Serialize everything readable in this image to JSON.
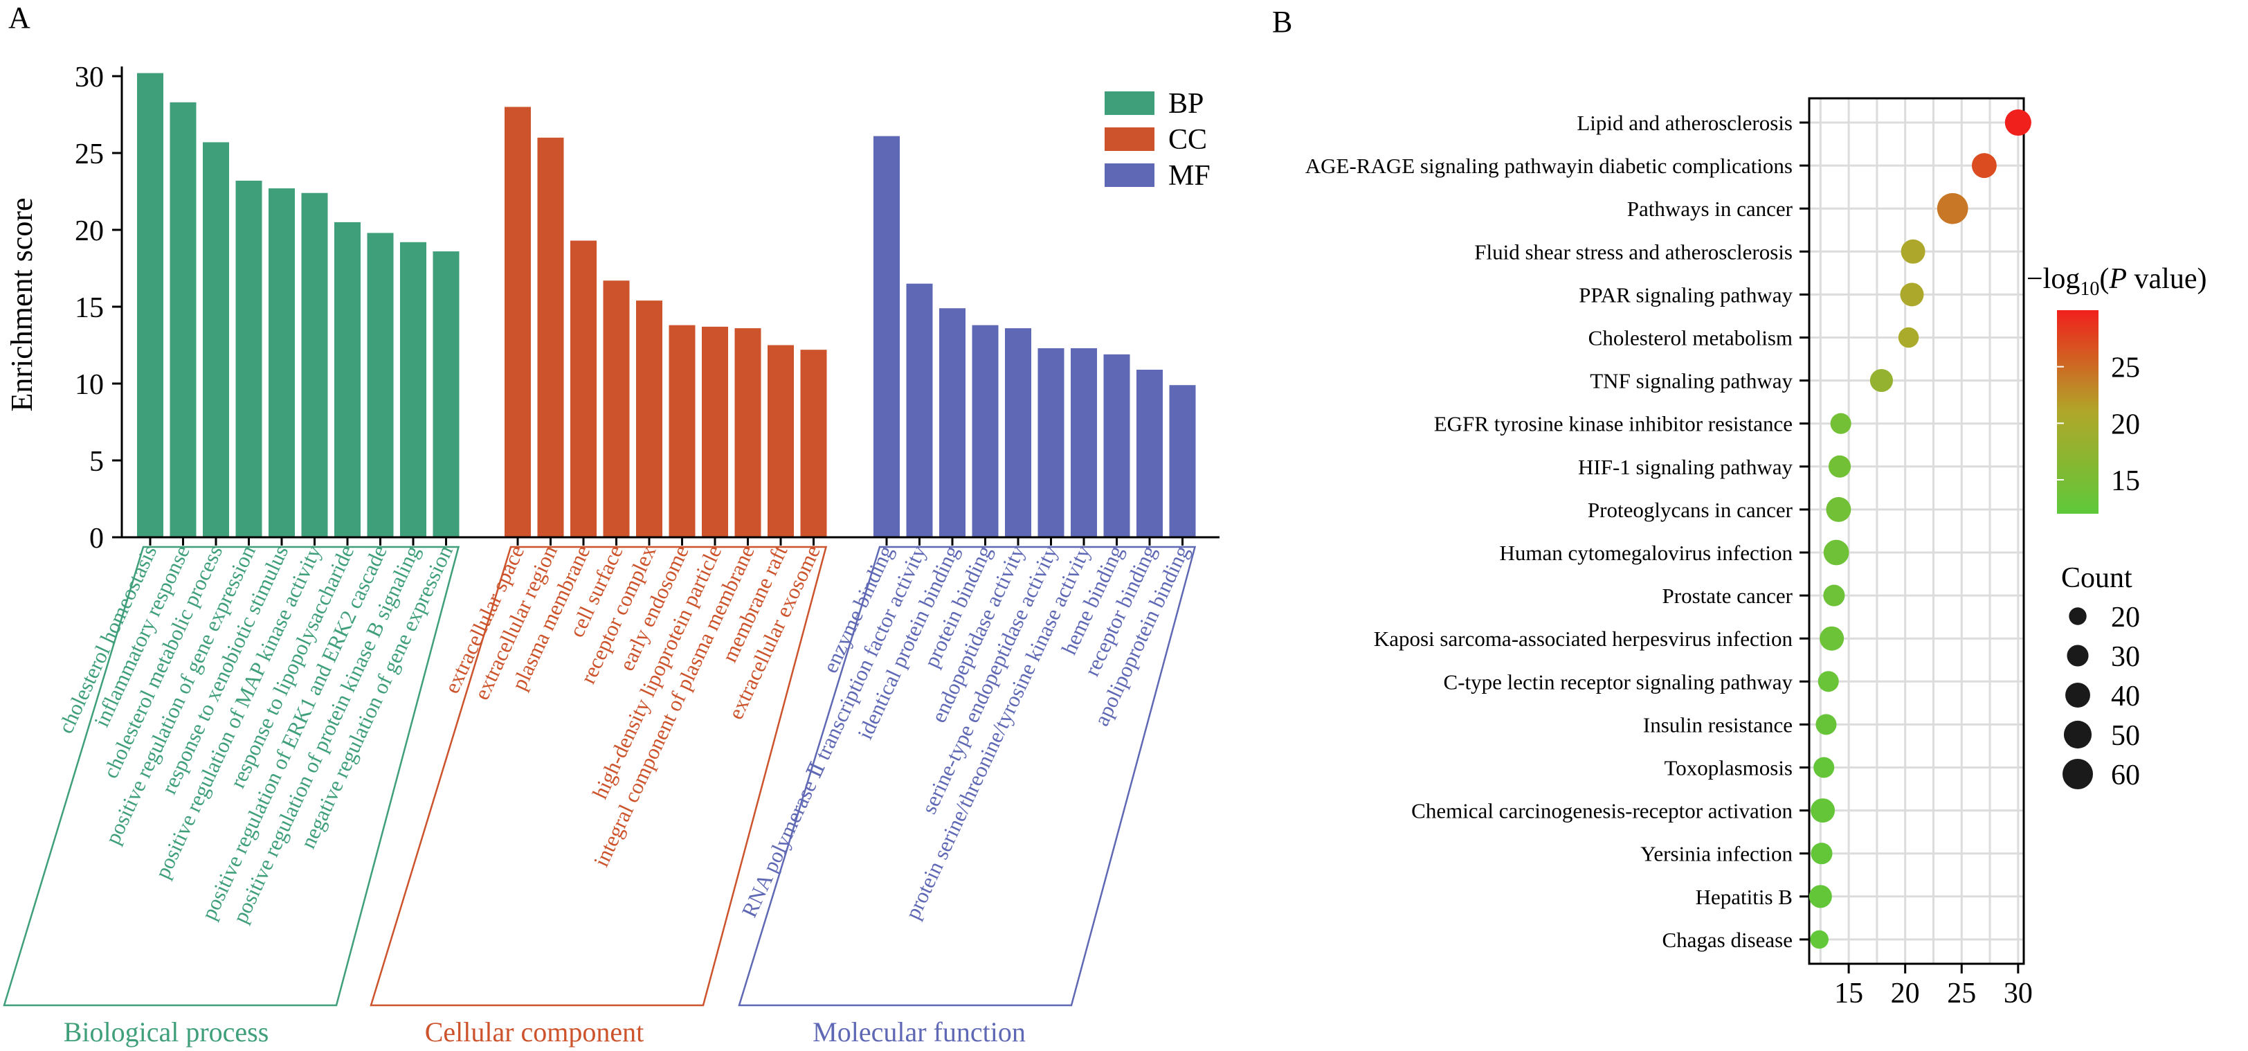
{
  "panels": {
    "a_label": "A",
    "b_label": "B"
  },
  "chart_data": [
    {
      "type": "bar",
      "title": "",
      "xlabel": "",
      "ylabel": "Enrichment score",
      "ylim": [
        0,
        30
      ],
      "yticks": [
        0,
        5,
        10,
        15,
        20,
        25,
        30
      ],
      "legend_position": "top-right",
      "groups": [
        {
          "key": "BP",
          "name": "Biological process",
          "color": "#3f9f7a",
          "categories": [
            "cholesterol homeostasis",
            "inflammatory response",
            "cholesterol metabolic process",
            "positive regulation of gene expression",
            "response to xenobiotic stimulus",
            "positive regulation of MAP kinase activity",
            "response to lipopolysaccharide",
            "positive regulation of ERK1 and ERK2 cascade",
            "positive regulation of protein kinase B signaling",
            "negative regulation of gene expression"
          ],
          "values": [
            30.2,
            28.3,
            25.7,
            23.2,
            22.7,
            22.4,
            20.5,
            19.8,
            19.2,
            18.6
          ]
        },
        {
          "key": "CC",
          "name": "Cellular component",
          "color": "#cc532b",
          "categories": [
            "extracellular space",
            "extracellular region",
            "plasma membrane",
            "cell surface",
            "receptor complex",
            "early endosome",
            "high-density lipoprotein particle",
            "integral component of plasma membrane",
            "membrane raft",
            "extracellular exosome"
          ],
          "values": [
            28.0,
            26.0,
            19.3,
            16.7,
            15.4,
            13.8,
            13.7,
            13.6,
            12.5,
            12.2
          ]
        },
        {
          "key": "MF",
          "name": "Molecular function",
          "color": "#5f68b4",
          "categories": [
            "enzyme binding",
            "RNA polymerase Ⅱ transcription factor activity",
            "identical protein binding",
            "protein binding",
            "endopeptidase activity",
            "serine-type endopeptidase activity",
            "protein serine/threonine/tyrosine kinase activity",
            "heme binding",
            "receptor binding",
            "apolipoprotein binding"
          ],
          "values": [
            26.1,
            16.5,
            14.9,
            13.8,
            13.6,
            12.3,
            12.3,
            11.9,
            10.9,
            9.9
          ]
        }
      ]
    },
    {
      "type": "scatter",
      "title": "",
      "xlabel": "",
      "ylabel": "",
      "xlim": [
        11.5,
        30.5
      ],
      "xticks": [
        15,
        20,
        25,
        30
      ],
      "grid": true,
      "categories": [
        "Lipid and atherosclerosis",
        "AGE-RAGE signaling pathwayin diabetic complications",
        "Pathways in cancer",
        "Fluid shear stress and atherosclerosis",
        "PPAR signaling pathway",
        "Cholesterol metabolism",
        "TNF signaling pathway",
        "EGFR tyrosine kinase inhibitor resistance",
        "HIF-1 signaling pathway",
        "Proteoglycans in cancer",
        "Human cytomegalovirus infection",
        "Prostate cancer",
        "Kaposi sarcoma-associated herpesvirus infection",
        "C-type lectin receptor signaling pathway",
        "Insulin resistance",
        "Toxoplasmosis",
        "Chemical carcinogenesis-receptor activation",
        "Yersinia infection",
        "Hepatitis B",
        "Chagas disease"
      ],
      "x": [
        30.0,
        27.0,
        24.2,
        20.7,
        20.6,
        20.3,
        17.9,
        14.3,
        14.2,
        14.1,
        13.9,
        13.7,
        13.5,
        13.2,
        13.0,
        12.8,
        12.7,
        12.6,
        12.5,
        12.4
      ],
      "count": [
        45,
        40,
        62,
        38,
        36,
        27,
        34,
        28,
        32,
        40,
        42,
        30,
        38,
        28,
        28,
        28,
        38,
        30,
        34,
        22
      ],
      "neg_log10_p": [
        30.0,
        27.0,
        24.2,
        20.7,
        20.6,
        20.3,
        17.9,
        14.3,
        14.2,
        14.1,
        13.9,
        13.7,
        13.5,
        13.2,
        13.0,
        12.8,
        12.7,
        12.6,
        12.5,
        12.4
      ],
      "colorbar": {
        "title_prefix": "−log",
        "title_sub": "10",
        "title_open": "(",
        "title_italic": "P",
        "title_suffix": " value)",
        "min": 12,
        "max": 30,
        "ticks": [
          15,
          20,
          25
        ],
        "colors": [
          "#5ec83a",
          "#b0a72a",
          "#f0201c"
        ]
      },
      "size_legend": {
        "title": "Count",
        "values": [
          20,
          30,
          40,
          50,
          60
        ]
      }
    }
  ]
}
